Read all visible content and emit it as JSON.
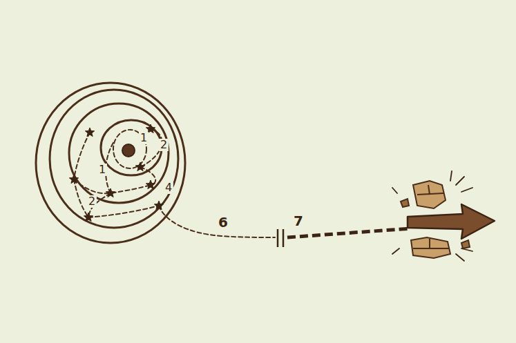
{
  "diagram": {
    "labels": [
      "1",
      "2",
      "1",
      "2",
      "4",
      "6",
      "7"
    ]
  }
}
